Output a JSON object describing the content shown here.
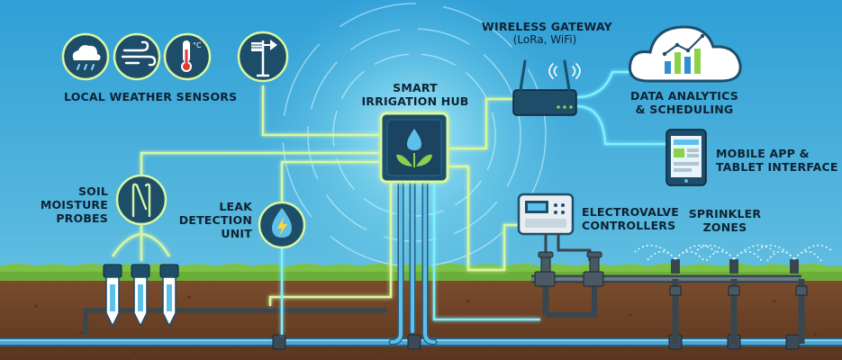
{
  "labels": {
    "weather": [
      "LOCAL WEATHER SENSORS"
    ],
    "hub": [
      "SMART",
      "IRRIGATION HUB"
    ],
    "gateway_title": "WIRELESS GATEWAY",
    "gateway_sub": "(LoRa, WiFi)",
    "analytics": [
      "DATA ANALYTICS",
      "& SCHEDULING"
    ],
    "mobile": [
      "MOBILE APP &",
      "TABLET INTERFACE"
    ],
    "soil": [
      "SOIL",
      "MOISTURE",
      "PROBES"
    ],
    "leak": [
      "LEAK",
      "DETECTION",
      "UNIT"
    ],
    "valves": [
      "ELECTROVALVE",
      "CONTROLLERS"
    ],
    "sprinkler": [
      "SPRINKLER",
      "ZONES"
    ]
  },
  "icons": {
    "weather": [
      "rain-cloud-icon",
      "wind-icon",
      "thermometer-icon",
      "weather-station-icon"
    ],
    "hub": "water-drop-leaf-icon",
    "gateway": "wireless-router-icon",
    "analytics": "cloud-chart-icon",
    "mobile": "tablet-icon",
    "soil": "soil-probe-icon",
    "leak": "leak-drop-bolt-icon",
    "valves": "valve-controller-icon"
  },
  "colors": {
    "sky": "#3aa7d8",
    "glow_line": "#d9f7a0",
    "cyan_line": "#7ff0ff",
    "grass": "#6cae3a",
    "soil": "#6b4227",
    "pipe": "#4aa8d8",
    "node_fill": "#1e4d6a",
    "dark": "#0f2233"
  }
}
